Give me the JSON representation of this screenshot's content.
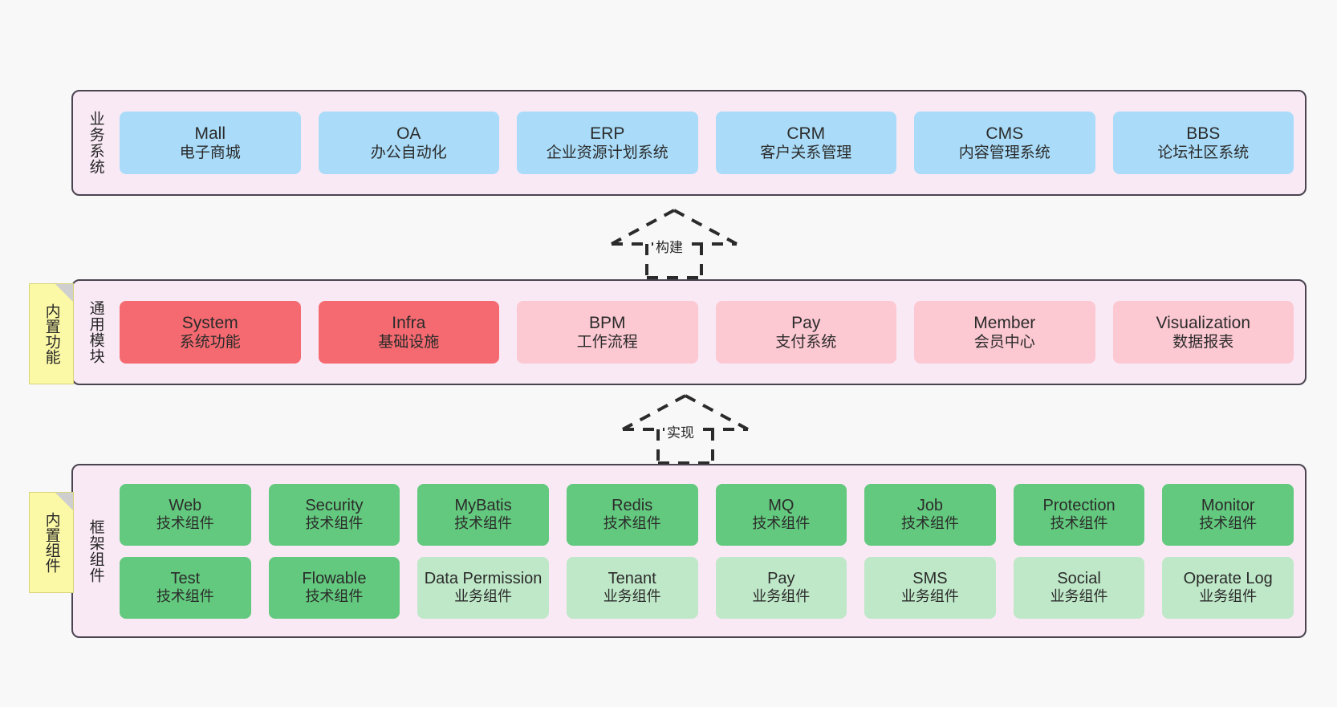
{
  "diagram": {
    "layers": [
      {
        "id": "business",
        "label": "业务系统",
        "rows": [
          {
            "cards": [
              {
                "en": "Mall",
                "cn": "电子商城",
                "color": "#aadcf9"
              },
              {
                "en": "OA",
                "cn": "办公自动化",
                "color": "#aadcf9"
              },
              {
                "en": "ERP",
                "cn": "企业资源计划系统",
                "color": "#aadcf9"
              },
              {
                "en": "CRM",
                "cn": "客户关系管理",
                "color": "#aadcf9"
              },
              {
                "en": "CMS",
                "cn": "内容管理系统",
                "color": "#aadcf9"
              },
              {
                "en": "BBS",
                "cn": "论坛社区系统",
                "color": "#aadcf9"
              }
            ]
          }
        ]
      },
      {
        "id": "modules",
        "label": "通用模块",
        "rows": [
          {
            "cards": [
              {
                "en": "System",
                "cn": "系统功能",
                "color": "#f56a70"
              },
              {
                "en": "Infra",
                "cn": "基础设施",
                "color": "#f56a70"
              },
              {
                "en": "BPM",
                "cn": "工作流程",
                "color": "#fcc8d2"
              },
              {
                "en": "Pay",
                "cn": "支付系统",
                "color": "#fcc8d2"
              },
              {
                "en": "Member",
                "cn": "会员中心",
                "color": "#fcc8d2"
              },
              {
                "en": "Visualization",
                "cn": "数据报表",
                "color": "#fcc8d2"
              }
            ]
          }
        ]
      },
      {
        "id": "framework",
        "label": "框架组件",
        "rows": [
          {
            "cards": [
              {
                "en": "Web",
                "cn": "技术组件",
                "color": "#63c97e"
              },
              {
                "en": "Security",
                "cn": "技术组件",
                "color": "#63c97e"
              },
              {
                "en": "MyBatis",
                "cn": "技术组件",
                "color": "#63c97e"
              },
              {
                "en": "Redis",
                "cn": "技术组件",
                "color": "#63c97e"
              },
              {
                "en": "MQ",
                "cn": "技术组件",
                "color": "#63c97e"
              },
              {
                "en": "Job",
                "cn": "技术组件",
                "color": "#63c97e"
              },
              {
                "en": "Protection",
                "cn": "技术组件",
                "color": "#63c97e"
              },
              {
                "en": "Monitor",
                "cn": "技术组件",
                "color": "#63c97e"
              }
            ]
          },
          {
            "cards": [
              {
                "en": "Test",
                "cn": "技术组件",
                "color": "#63c97e"
              },
              {
                "en": "Flowable",
                "cn": "技术组件",
                "color": "#63c97e"
              },
              {
                "en": "Data Permission",
                "cn": "业务组件",
                "color": "#bfe8c8"
              },
              {
                "en": "Tenant",
                "cn": "业务组件",
                "color": "#bfe8c8"
              },
              {
                "en": "Pay",
                "cn": "业务组件",
                "color": "#bfe8c8"
              },
              {
                "en": "SMS",
                "cn": "业务组件",
                "color": "#bfe8c8"
              },
              {
                "en": "Social",
                "cn": "业务组件",
                "color": "#bfe8c8"
              },
              {
                "en": "Operate Log",
                "cn": "业务组件",
                "color": "#bfe8c8"
              }
            ]
          }
        ]
      }
    ],
    "notes": [
      {
        "id": "features",
        "label": "内置功能"
      },
      {
        "id": "components",
        "label": "内置组件"
      }
    ],
    "arrows": [
      {
        "id": "build",
        "label": "构建"
      },
      {
        "id": "impl",
        "label": "实现"
      }
    ],
    "colors": {
      "canvas": "#f8f8f8",
      "layer_fill": "#f9e9f5",
      "layer_border": "#4a4450",
      "note_fill": "#fbf8a6",
      "note_fold": "#cfcfcf",
      "blue": "#aadcf9",
      "red": "#f56a70",
      "pink": "#fcc8d2",
      "green": "#63c97e",
      "light_green": "#bfe8c8",
      "arrow": "#2b2b2b"
    }
  }
}
